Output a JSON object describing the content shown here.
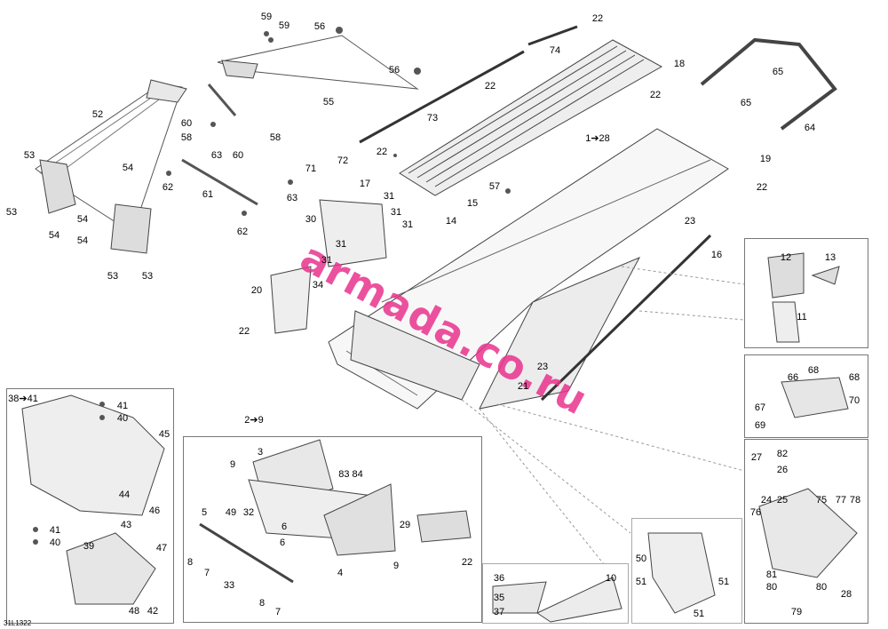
{
  "diagram": {
    "document_id": "31L1322",
    "watermark": "armada.co.ru",
    "callouts": {
      "c59a": "59",
      "c59b": "59",
      "c56a": "56",
      "c56b": "56",
      "c55": "55",
      "c52": "52",
      "c60a": "60",
      "c58a": "58",
      "c58b": "58",
      "c60b": "60",
      "c63a": "63",
      "c63b": "63",
      "c62a": "62",
      "c61": "61",
      "c62b": "62",
      "c53a": "53",
      "c53b": "53",
      "c53c": "53",
      "c53d": "53",
      "c54a": "54",
      "c54b": "54",
      "c54c": "54",
      "c54d": "54",
      "c22a": "22",
      "c74": "74",
      "c18": "18",
      "c22b": "22",
      "c73": "73",
      "c22c": "22",
      "c65a": "65",
      "c65b": "65",
      "c64": "64",
      "c19": "19",
      "c22d": "22",
      "c128": "1➔28",
      "c71": "71",
      "c72": "72",
      "c22e": "22",
      "c17": "17",
      "c57": "57",
      "c15": "15",
      "c14": "14",
      "c30": "30",
      "c31a": "31",
      "c31b": "31",
      "c31c": "31",
      "c31d": "31",
      "c31e": "31",
      "c34": "34",
      "c20": "20",
      "c22f": "22",
      "c23a": "23",
      "c16": "16",
      "c12": "12",
      "c13": "13",
      "c11": "11",
      "c68a": "68",
      "c68b": "68",
      "c66": "66",
      "c67": "67",
      "c70": "70",
      "c69": "69",
      "c23b": "23",
      "c21": "21",
      "c3841": "38➔41",
      "c41a": "41",
      "c40a": "40",
      "c45": "45",
      "c44": "44",
      "c46": "46",
      "c43": "43",
      "c41b": "41",
      "c40b": "40",
      "c39": "39",
      "c47": "47",
      "c48": "48",
      "c42": "42",
      "c29": "2➔9",
      "c3": "3",
      "c9a": "9",
      "c8384": "83 84",
      "c5": "5",
      "c49": "49",
      "c32": "32",
      "c6a": "6",
      "c6b": "6",
      "c8a": "8",
      "c7a": "7",
      "c33": "33",
      "c8b": "8",
      "c7b": "7",
      "c4": "4",
      "c9b": "9",
      "c29b": "29",
      "c22g": "22",
      "c36": "36",
      "c10": "10",
      "c35": "35",
      "c37": "37",
      "c50": "50",
      "c51a": "51",
      "c51b": "51",
      "c51c": "51",
      "c27": "27",
      "c82": "82",
      "c26": "26",
      "c24": "24",
      "c25": "25",
      "c75": "75",
      "c77": "77",
      "c78": "78",
      "c76": "76",
      "c81": "81",
      "c80a": "80",
      "c80b": "80",
      "c28": "28",
      "c79": "79"
    }
  }
}
